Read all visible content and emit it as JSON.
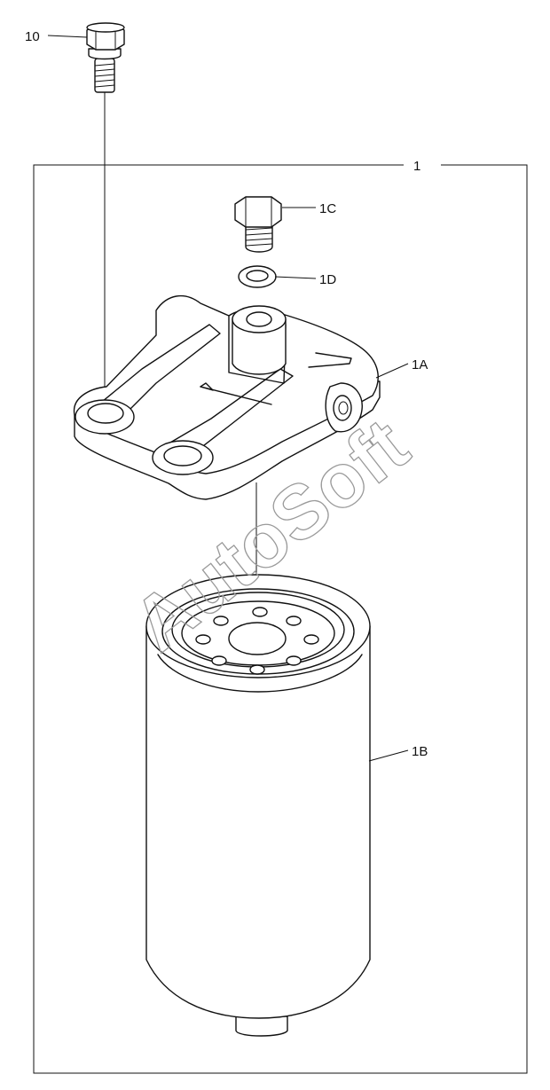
{
  "diagram": {
    "callouts": {
      "p10": "10",
      "p1": "1",
      "p1C": "1C",
      "p1D": "1D",
      "p1A": "1A",
      "p1B": "1B"
    },
    "watermark": "AutoSoft"
  }
}
